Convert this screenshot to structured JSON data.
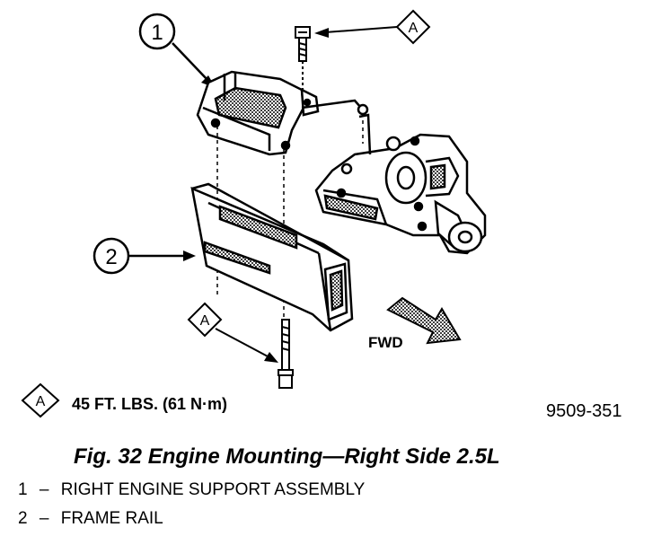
{
  "callouts": {
    "one": "1",
    "two": "2",
    "torque_ref": "A"
  },
  "fwd_label": "FWD",
  "torque_spec": "45 FT. LBS. (61 N·m)",
  "figure_id": "9509-351",
  "caption": "Fig. 32 Engine Mounting—Right Side 2.5L",
  "legend": [
    {
      "num": "1",
      "sep": "–",
      "text": "RIGHT ENGINE SUPPORT ASSEMBLY"
    },
    {
      "num": "2",
      "sep": "–",
      "text": "FRAME RAIL"
    }
  ]
}
